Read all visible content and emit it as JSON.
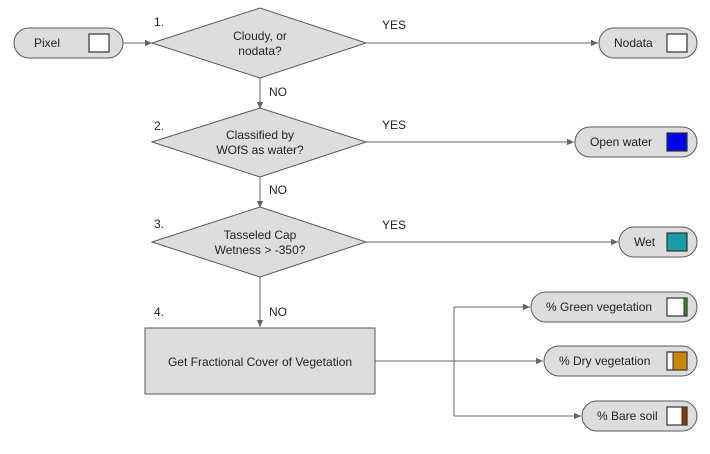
{
  "start": {
    "label": "Pixel"
  },
  "steps": [
    {
      "number": "1.",
      "question_line1": "Cloudy, or",
      "question_line2": "nodata?",
      "yes_label": "YES",
      "no_label": "NO"
    },
    {
      "number": "2.",
      "question_line1": "Classified by",
      "question_line2": "WOfS as water?",
      "yes_label": "YES",
      "no_label": "NO"
    },
    {
      "number": "3.",
      "question_line1": "Tasseled Cap",
      "question_line2": "Wetness > -350?",
      "yes_label": "YES",
      "no_label": "NO"
    },
    {
      "number": "4.",
      "process_label": "Get Fractional Cover of Vegetation"
    }
  ],
  "outcomes": [
    {
      "label": "Nodata",
      "color": "#ffffff"
    },
    {
      "label": "Open water",
      "color": "#0000ee"
    },
    {
      "label": "Wet",
      "color": "#1a9ba6"
    }
  ],
  "fractional_outputs": [
    {
      "label": "% Green vegetation",
      "fill_fraction": 0.15,
      "color": "#3a8a2a"
    },
    {
      "label": "% Dry vegetation",
      "fill_fraction": 0.7,
      "color": "#c8860a"
    },
    {
      "label": "% Bare soil",
      "fill_fraction": 0.25,
      "color": "#8b3a0a"
    }
  ]
}
